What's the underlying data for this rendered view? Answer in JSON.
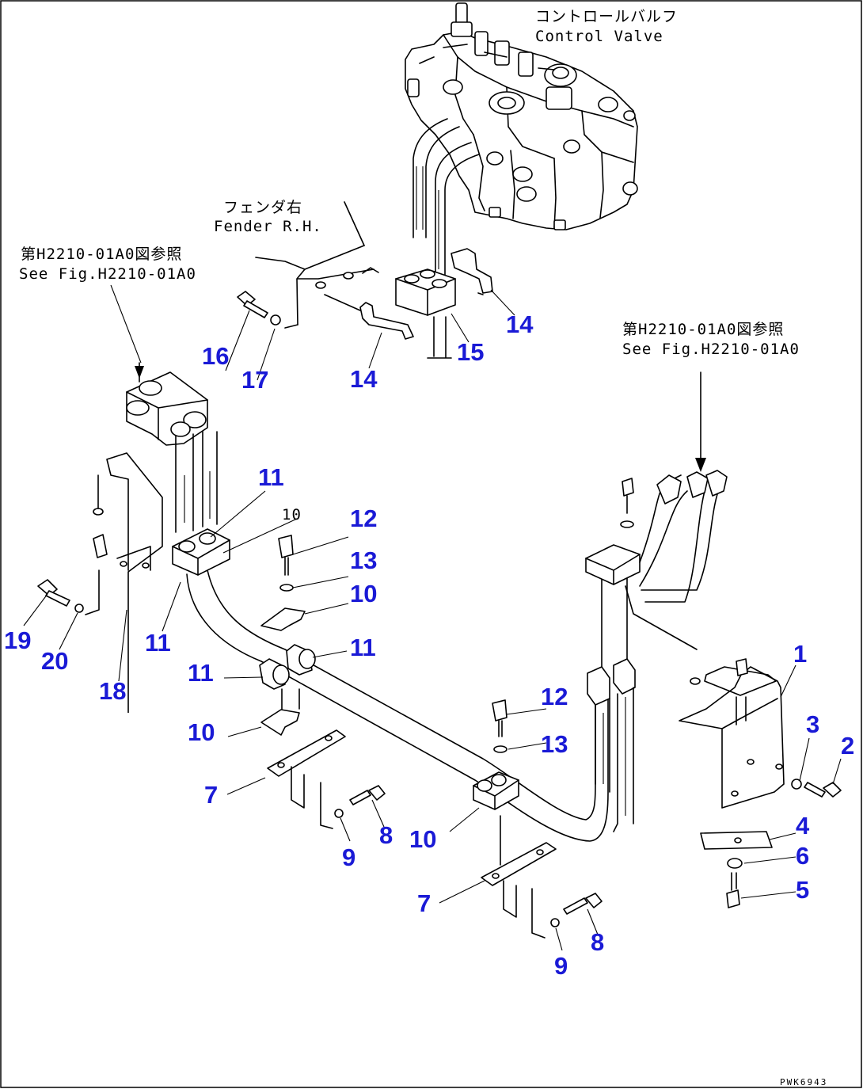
{
  "notes": {
    "control_valve_jp": "コントロールバルフ",
    "control_valve_en": "Control Valve",
    "fender_jp": "フェンダ右",
    "fender_en": "Fender R.H.",
    "ref_left_jp": "第H2210-01A0図参照",
    "ref_left_en": "See Fig.H2210-01A0",
    "ref_right_jp": "第H2210-01A0図参照",
    "ref_right_en": "See Fig.H2210-01A0",
    "hidden_ref": "10",
    "drawing_code": "PWK6943"
  },
  "callouts": [
    {
      "id": "c1",
      "label": "1"
    },
    {
      "id": "c2",
      "label": "2"
    },
    {
      "id": "c3",
      "label": "3"
    },
    {
      "id": "c4",
      "label": "4"
    },
    {
      "id": "c5",
      "label": "5"
    },
    {
      "id": "c6",
      "label": "6"
    },
    {
      "id": "c7a",
      "label": "7"
    },
    {
      "id": "c7b",
      "label": "7"
    },
    {
      "id": "c8a",
      "label": "8"
    },
    {
      "id": "c8b",
      "label": "8"
    },
    {
      "id": "c9a",
      "label": "9"
    },
    {
      "id": "c9b",
      "label": "9"
    },
    {
      "id": "c10a",
      "label": "10"
    },
    {
      "id": "c10b",
      "label": "10"
    },
    {
      "id": "c10c",
      "label": "10"
    },
    {
      "id": "c11a",
      "label": "11"
    },
    {
      "id": "c11b",
      "label": "11"
    },
    {
      "id": "c11c",
      "label": "11"
    },
    {
      "id": "c11d",
      "label": "11"
    },
    {
      "id": "c12a",
      "label": "12"
    },
    {
      "id": "c12b",
      "label": "12"
    },
    {
      "id": "c13a",
      "label": "13"
    },
    {
      "id": "c13b",
      "label": "13"
    },
    {
      "id": "c14a",
      "label": "14"
    },
    {
      "id": "c14b",
      "label": "14"
    },
    {
      "id": "c15",
      "label": "15"
    },
    {
      "id": "c16",
      "label": "16"
    },
    {
      "id": "c17",
      "label": "17"
    },
    {
      "id": "c18",
      "label": "18"
    },
    {
      "id": "c19",
      "label": "19"
    },
    {
      "id": "c20",
      "label": "20"
    }
  ]
}
